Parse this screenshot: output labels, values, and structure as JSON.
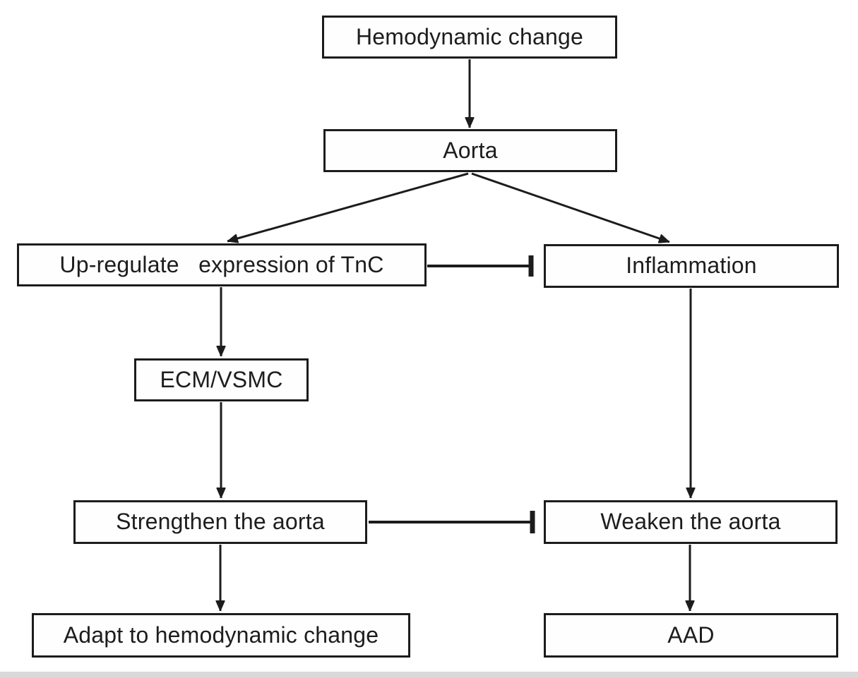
{
  "nodes": {
    "hemodynamic": {
      "label": "Hemodynamic change"
    },
    "aorta": {
      "label": "Aorta"
    },
    "upregulate": {
      "label": "Up-regulate   expression of TnC"
    },
    "inflammation": {
      "label": "Inflammation"
    },
    "ecm": {
      "label": "ECM/VSMC"
    },
    "strengthen": {
      "label": "Strengthen the aorta"
    },
    "weaken": {
      "label": "Weaken the aorta"
    },
    "adapt": {
      "label": "Adapt to hemodynamic change"
    },
    "aad": {
      "label": "AAD"
    }
  },
  "edges": [
    {
      "from": "Hemodynamic change",
      "to": "Aorta",
      "type": "arrow"
    },
    {
      "from": "Aorta",
      "to": "Up-regulate expression of TnC",
      "type": "arrow"
    },
    {
      "from": "Aorta",
      "to": "Inflammation",
      "type": "arrow"
    },
    {
      "from": "Up-regulate expression of TnC",
      "to": "Inflammation",
      "type": "inhibition"
    },
    {
      "from": "Up-regulate expression of TnC",
      "to": "ECM/VSMC",
      "type": "arrow"
    },
    {
      "from": "ECM/VSMC",
      "to": "Strengthen the aorta",
      "type": "arrow"
    },
    {
      "from": "Inflammation",
      "to": "Weaken the aorta",
      "type": "arrow"
    },
    {
      "from": "Strengthen the aorta",
      "to": "Weaken the aorta",
      "type": "inhibition"
    },
    {
      "from": "Strengthen the aorta",
      "to": "Adapt to hemodynamic change",
      "type": "arrow"
    },
    {
      "from": "Weaken the aorta",
      "to": "AAD",
      "type": "arrow"
    }
  ],
  "colors": {
    "stroke": "#1c1c1c",
    "text": "#1d1d1d",
    "background": "#ffffff",
    "node_background": "#fefefe",
    "footer_strip": "#d9d9d9"
  }
}
